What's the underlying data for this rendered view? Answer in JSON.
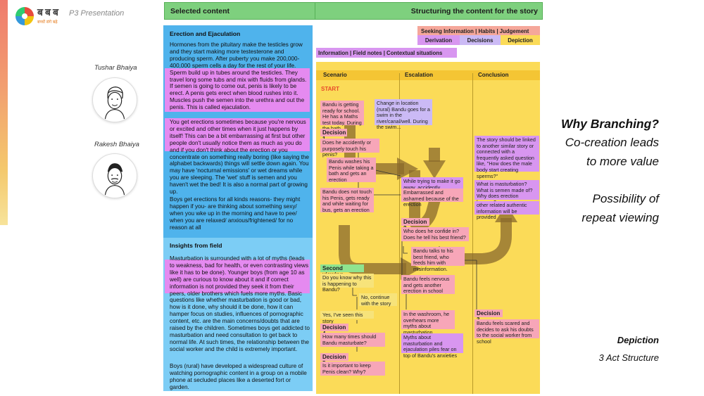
{
  "header": {
    "brand": "बबब",
    "brand_tag": "बच्चों संगे बढ़े",
    "deck_title": "P3 Presentation",
    "bar_left": "Selected content",
    "bar_right": "Structuring the content for the story"
  },
  "people": [
    {
      "name": "Tushar Bhaiya"
    },
    {
      "name": "Rakesh Bhaiya"
    }
  ],
  "selected": {
    "heading1": "Erection and Ejaculation",
    "para1": "Hormones from the pituitary make the testicles grow and they start making more testesterone and producing sperm. After puberty you make 200,000-400,000 sperm cells a day for the rest of your life. Sperm build up in tubes around the testicles. They travel long some tubs and mix with fluids from glands. If semen is going to come out, penis is likely to be erect. A penis gets erect when blood rushes into it. Muscles push the semen into the urethra and out the penis. This is called ejaculation.",
    "para2": "You get erections sometimes because you're nervous or excited and other times when it just happens by itself! This can be a bit embarrassing at first but other people don't usually notice them as much as you do and if you don't think about the erection or you concentrate on something really boring (like saying the alphabet backwards) things will settle down again. You may have 'nocturnal emissions' or wet dreams while you are sleeping. The 'wet' stuff is semen and you haven't wet the bed! It is also a normal part of growing up.",
    "para3": "Boys get erections for all kinds reasons- they might happen if you- are thinking about something sexy/ when you wke up in the morning and have to pee/ when you are relaxed/ anxious/frightened/ for no reason at all",
    "heading2": "Insights from field",
    "para4": "Masturbation is surrounded with a lot of myths (leads to weakness, bad for health, or even contrasting views like it has to be done). Younger boys (from age 10 as well) are curious to know about it and if correct information is not provided they seek it from their peers, older brothers which fuels more myths. Basic questions like whether masturbation is good or bad, how is it done, why should it be done, how it can hamper focus on studies, influences of pornographic content, etc. are the main concerns/doubts that are raised by the children. Sometimes boys get addicted to masturbation and need consultation to get back to normal life. At such times, the relationship between the social worker and the child is extremely important.",
    "para5": "Boys (rural) have developed a widespread culture of watching pornographic content in a group on a mobile phone at secluded places like a deserted fort or garden."
  },
  "tags": {
    "seeking": "Seeking Information | Habits | Judgement",
    "derivation": "Derivation",
    "decisions": "Decisions",
    "depiction": "Depiction",
    "information": "Information | Field notes | Contextual situations"
  },
  "columns": {
    "scenario": "Scenario",
    "escalation": "Escalation",
    "conclusion": "Conclusion"
  },
  "notes": {
    "start": "START",
    "n1": "Bandu is getting ready for school. He has a Maths test today. During the bath...",
    "n2": "Change in location (rural) Bandu goes for a swim in the river/canal/well. During the swim...",
    "d1": "Decision 1",
    "d1q": "Does he accidently or purposely touch his penis?",
    "n3": "Bandu washes his Penis while taking a bath and gets an erection",
    "n4": "While trying to make it go away, accidently ejaculates",
    "n5": "Bandu does not touch his Penis, gets ready and while waiting for bus, gets an erection",
    "n6": "Embarrassed and ashamed because of the erection",
    "d2": "Decision 2",
    "d2q": "Who does he confide in? Does he tell his best friend?",
    "n7": "Bandu talks to his best friend, who feeds him with misinformation.",
    "sv": "Second viewing",
    "svq": "Do you know why this is happening to Bandu?",
    "n8": "Bandu feels nervous and gets another erection in school",
    "no": "No, continue with the story",
    "yes": "Yes, I've seen this story",
    "n9": "In the washroom, he overhears more myths about masturbation",
    "d4": "Decision 4",
    "d4q": "How many times should Bandu masturbate?",
    "n10": "Myths about masturbation and ejaculation piles fear on top of Bandu's anxieties",
    "d5": "Decision 5",
    "d5q": "Is it important to keep Penis clean? Why?",
    "c1": "The story should be linked to another similar story or connected with a frequently asked question like, \"How does the male body start creating sperms?\"",
    "c2": "What is masturbation? What is semen made of? Why does erection happen?",
    "c3": "other related authentic information will be provided",
    "d3": "Decision 3",
    "c4": "Bandu feels scared and decides to ask his doubts to the social worker from school"
  },
  "right": {
    "why": "Why Branching?",
    "cocreation1": "Co-creation leads",
    "cocreation2": "to more value",
    "possibility1": "Possibility of",
    "possibility2": "repeat viewing",
    "depiction": "Depiction",
    "three_act": "3 Act Structure"
  },
  "colors": {
    "green_bar": "#7ed07e",
    "blue_column": "#4fb3ec",
    "board": "#fbdb58",
    "highlight": "#e58af0",
    "pink_note": "#f7a6b8",
    "start": "#e84a2a"
  }
}
